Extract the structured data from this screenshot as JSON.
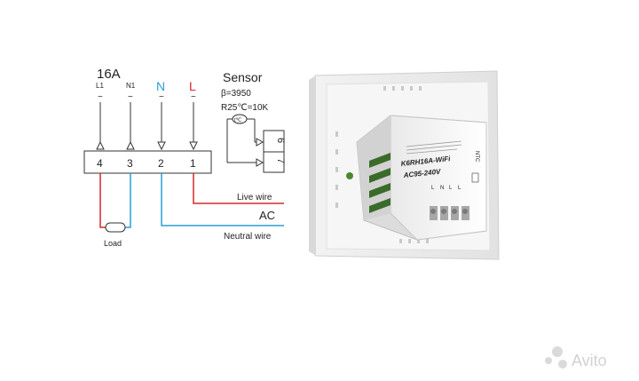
{
  "wiring": {
    "rating": "16A",
    "terminal_names": [
      "L1",
      "N1",
      "N",
      "L"
    ],
    "terminal_numbers": [
      "4",
      "3",
      "2",
      "1"
    ],
    "tilde": "~",
    "load_label": "Load",
    "live_label": "Live wire",
    "ac_label": "AC",
    "neutral_label": "Neutral wire",
    "colors": {
      "live": "#d62a2a",
      "neutral": "#2a9fd6",
      "N_label": "#2a9fd6",
      "L_label": "#d62a2a"
    }
  },
  "sensor": {
    "title": "Sensor",
    "beta": "β=3950",
    "resistance": "R25℃=10K",
    "symbol": "t℃",
    "terminals": [
      "6",
      "7"
    ]
  },
  "device": {
    "model": "K6RH16A-WiFi",
    "voltage": "AC95-240V",
    "ntc_label": "NTC",
    "pin_letters": [
      "L",
      "N",
      "L",
      "L"
    ]
  },
  "watermark": {
    "text": "Avito"
  }
}
